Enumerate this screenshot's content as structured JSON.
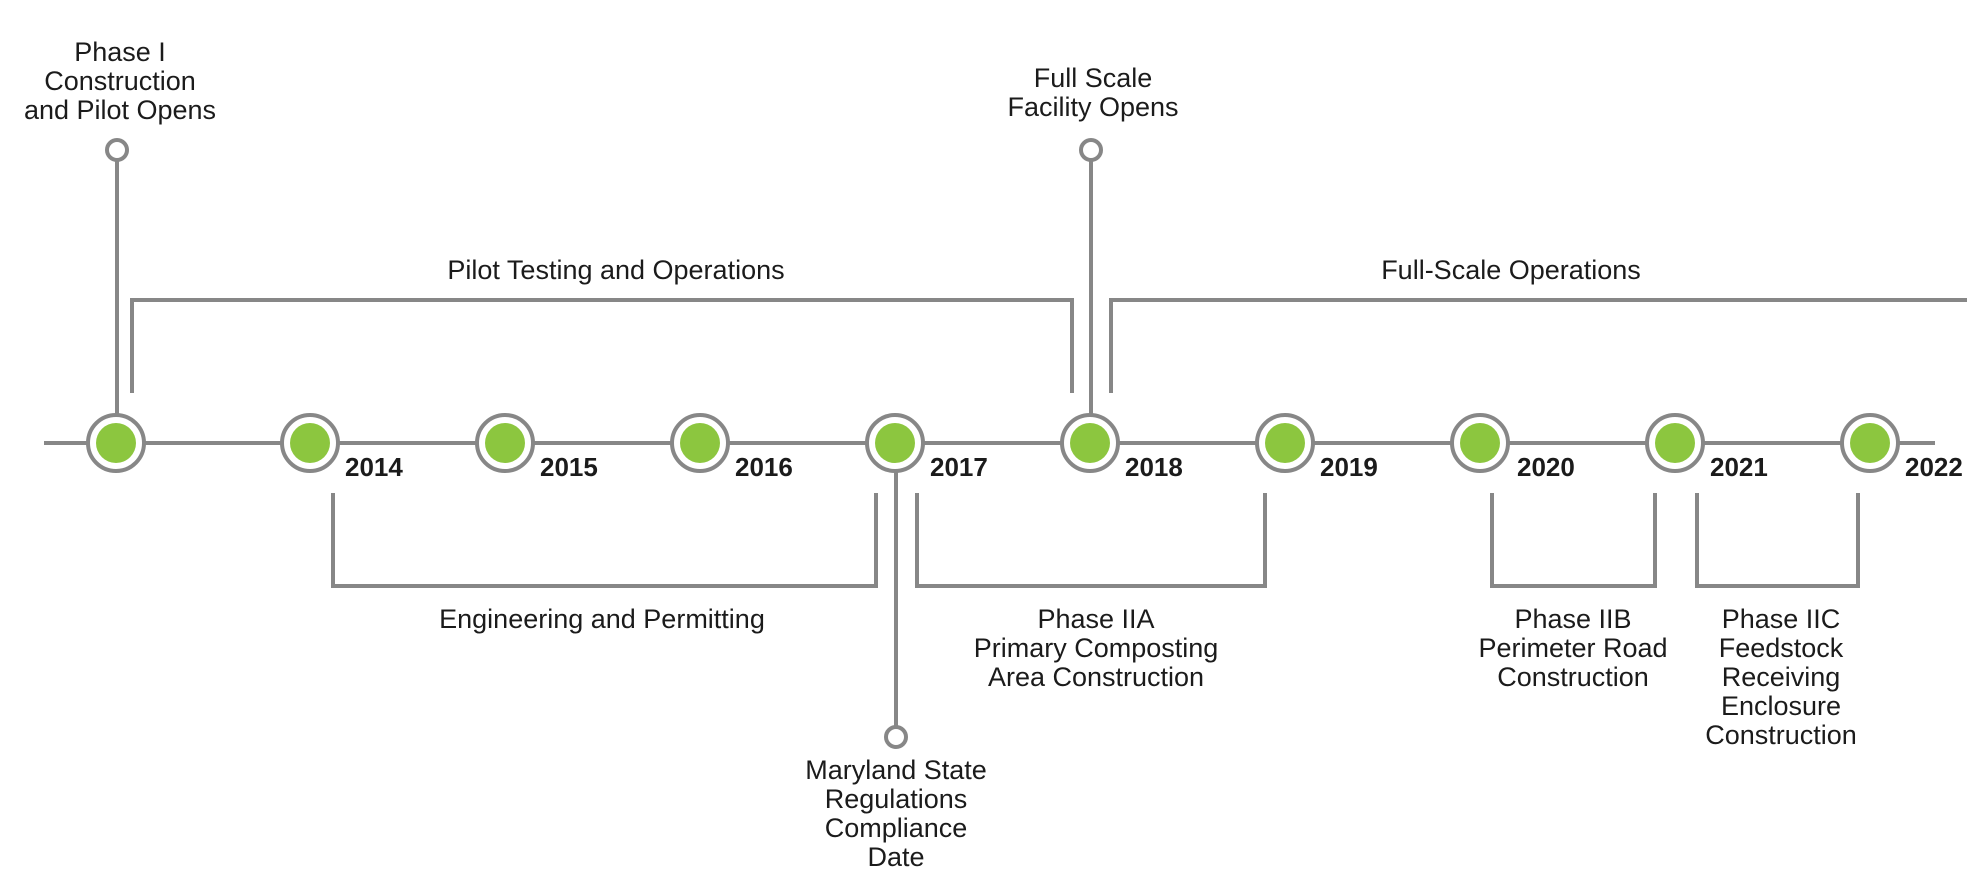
{
  "timeline": {
    "accent_color": "#8cc63f",
    "line_color": "#878787",
    "years": [
      "2014",
      "2015",
      "2016",
      "2017",
      "2018",
      "2019",
      "2020",
      "2021",
      "2022"
    ],
    "milestones": {
      "phase_i": [
        "Phase I",
        "Construction",
        "and Pilot Opens"
      ],
      "full_scale": [
        "Full Scale",
        "Facility Opens"
      ],
      "maryland": [
        "Maryland State",
        "Regulations",
        "Compliance",
        "Date"
      ]
    },
    "periods": {
      "pilot_testing": [
        "Pilot Testing and Operations"
      ],
      "full_scale_ops": [
        "Full-Scale Operations"
      ],
      "engineering": [
        "Engineering and Permitting"
      ],
      "phase_iia": [
        "Phase IIA",
        "Primary Composting",
        "Area Construction"
      ],
      "phase_iib": [
        "Phase IIB",
        "Perimeter Road",
        "Construction"
      ],
      "phase_iic": [
        "Phase IIC",
        "Feedstock",
        "Receiving",
        "Enclosure",
        "Construction"
      ]
    }
  }
}
